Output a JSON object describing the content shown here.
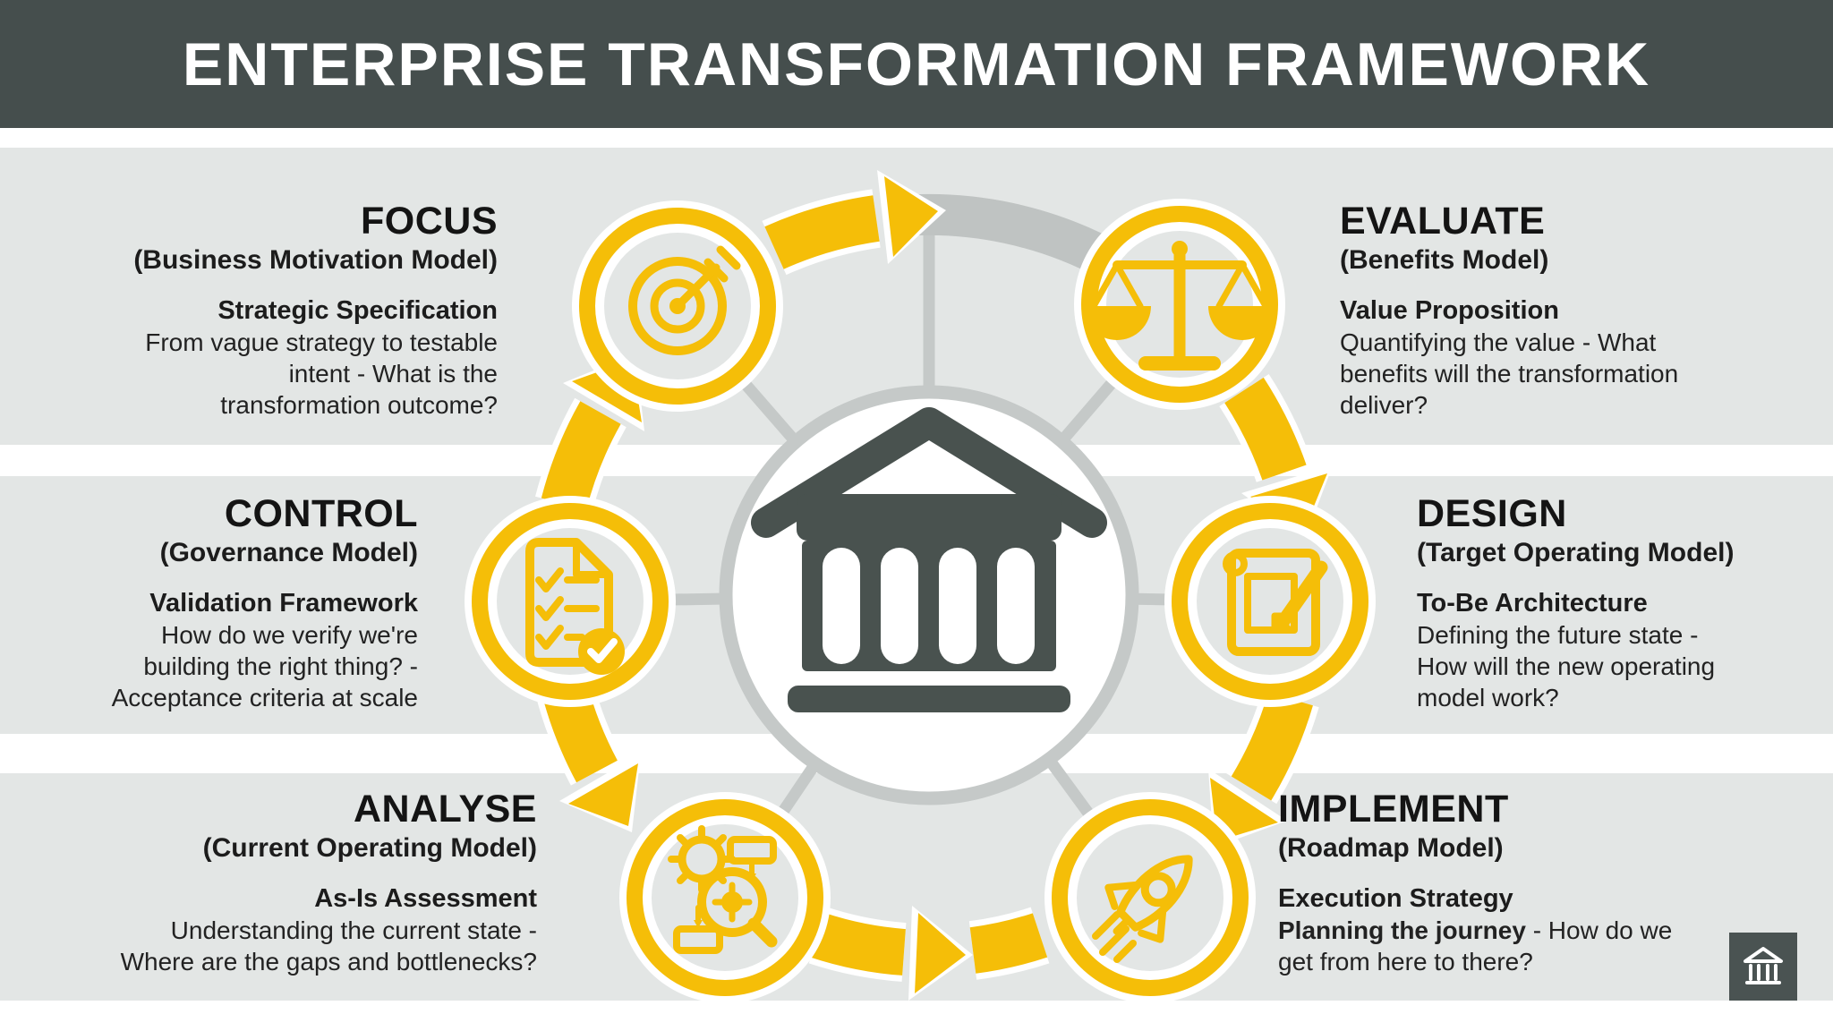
{
  "header": {
    "title": "ENTERPRISE TRANSFORMATION FRAMEWORK"
  },
  "stages": {
    "focus": {
      "title": "FOCUS",
      "model": "(Business Motivation Model)",
      "lead": "Strategic Specification",
      "lines": [
        "From vague strategy to testable",
        "intent - What is the",
        "transformation outcome?"
      ]
    },
    "evaluate": {
      "title": "EVALUATE",
      "model": "(Benefits Model)",
      "lead": "Value Proposition",
      "lines": [
        "Quantifying the value - What",
        "benefits will the transformation",
        "deliver?"
      ]
    },
    "control": {
      "title": "CONTROL",
      "model": "(Governance Model)",
      "lead": "Validation Framework",
      "lines": [
        "How do we verify we're",
        "building the right thing? -",
        "Acceptance criteria at scale"
      ]
    },
    "design": {
      "title": "DESIGN",
      "model": "(Target Operating Model)",
      "lead": "To-Be Architecture",
      "lines": [
        "Defining the future state -",
        "How will the new operating",
        "model work?"
      ]
    },
    "analyse": {
      "title": "ANALYSE",
      "model": "(Current Operating Model)",
      "lead": "As-Is Assessment",
      "lines": [
        "Understanding the current state -",
        "Where are the gaps and bottlenecks?"
      ]
    },
    "implement": {
      "title": "IMPLEMENT",
      "model": "(Roadmap Model)",
      "lead": "Execution Strategy",
      "line1_bold": "Planning the journey",
      "line1_rest": " - How do we",
      "line2": "get from here to there?"
    }
  },
  "diagram": {
    "center_icon": "bank-building-icon",
    "nodes": [
      {
        "stage": "FOCUS",
        "icon": "target-icon"
      },
      {
        "stage": "EVALUATE",
        "icon": "scales-icon"
      },
      {
        "stage": "DESIGN",
        "icon": "blueprint-pencil-icon"
      },
      {
        "stage": "IMPLEMENT",
        "icon": "rocket-icon"
      },
      {
        "stage": "ANALYSE",
        "icon": "gear-magnifier-icon"
      },
      {
        "stage": "CONTROL",
        "icon": "checklist-icon"
      }
    ]
  },
  "colors": {
    "accent_yellow": "#F5BE08",
    "header_bg": "#454E4D",
    "band_gray": "#E3E6E5",
    "icon_dark": "#49524F",
    "ring_gray": "#C5C9C8"
  },
  "footer": {
    "logo_icon": "bank-icon"
  }
}
